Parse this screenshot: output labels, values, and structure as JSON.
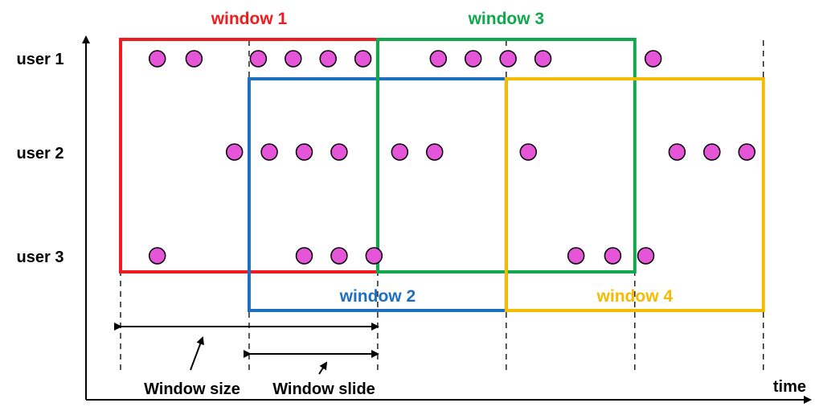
{
  "axis": {
    "x_label": "time"
  },
  "users": [
    {
      "label": "user 1",
      "events": [
        1,
        2,
        3.75,
        4.7,
        5.65,
        6.6,
        8.65,
        9.6,
        10.55,
        11.5,
        14.5
      ]
    },
    {
      "label": "user 2",
      "events": [
        3.1,
        4.05,
        5,
        5.95,
        7.6,
        8.55,
        11.1,
        15.15,
        16.1,
        17.05
      ]
    },
    {
      "label": "user 3",
      "events": [
        1,
        5,
        5.95,
        6.9,
        12.4,
        13.4,
        14.3
      ]
    }
  ],
  "windows": [
    {
      "label": "window 1",
      "start": 0,
      "end": 7,
      "color": "#ee1c1c",
      "label_position": "top"
    },
    {
      "label": "window 2",
      "start": 3.5,
      "end": 10.5,
      "color": "#1f6fbf",
      "label_position": "bottom"
    },
    {
      "label": "window 3",
      "start": 7,
      "end": 14,
      "color": "#10a84c",
      "label_position": "top"
    },
    {
      "label": "window 4",
      "start": 10.5,
      "end": 17.5,
      "color": "#f4bc00",
      "label_position": "bottom"
    }
  ],
  "annotations": {
    "window_size": "Window size",
    "window_slide": "Window slide"
  },
  "colors": {
    "event": "#e455d8",
    "event_stroke": "#000000",
    "axis": "#000000"
  }
}
